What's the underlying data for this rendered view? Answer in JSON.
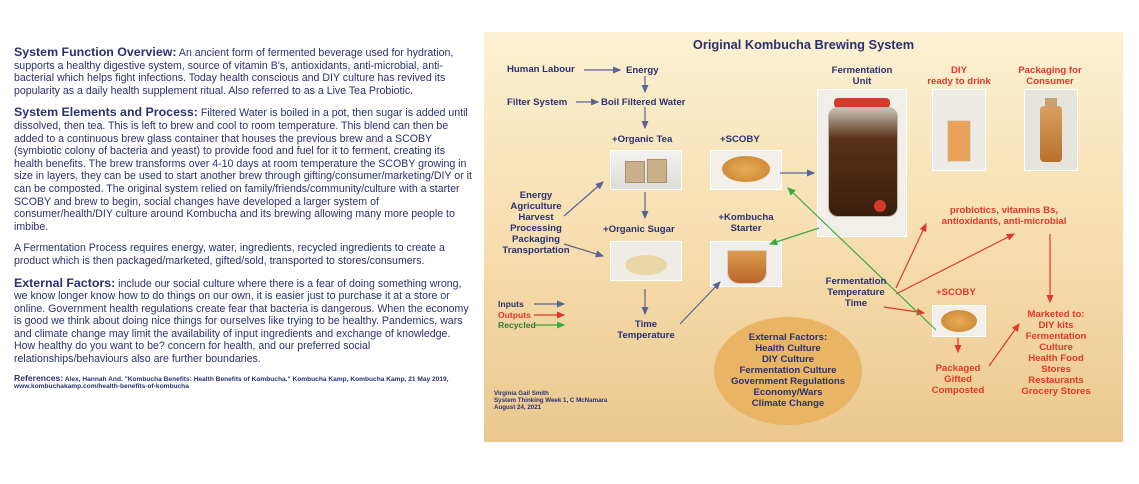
{
  "left": {
    "overview_heading": "System Function Overview:",
    "overview_text": " An ancient form of fermented beverage used for hydration, supports a healthy digestive system, source of vitamin B's, antioxidants, anti-microbial, anti-bacterial which helps fight infections. Today health conscious and DIY culture has revived its popularity as a daily health supplement ritual. Also referred to as a Live Tea Probiotic.",
    "elements_heading": "System Elements and Process:",
    "elements_text": " Filtered Water is boiled in a pot, then sugar is added until dissolved, then tea. This is left to brew and cool to room temperature. This blend can then be added to a continuous brew glass container that houses the previous brew and a SCOBY (symbiotic colony of bacteria and yeast) to provide food and fuel for it to ferment, creating its health benefits. The brew transforms over 4-10 days at room temperature the SCOBY growing in size in layers, they can be used to start another brew through gifting/consumer/marketing/DIY or it can be composted. The original system relied on family/friends/community/culture with a starter SCOBY and brew to begin, social changes have developed a larger system of consumer/health/DIY culture around Kombucha and its brewing allowing many more people to imbibe.",
    "process_text": "A Fermentation Process requires energy, water, ingredients, recycled ingredients to create a product which is then packaged/marketed, gifted/sold, transported to stores/consumers.",
    "external_heading": "External Factors:",
    "external_text": " include our social culture where there is a fear of doing something wrong, we know longer know how to do things on our own, it is easier just to purchase it at a store or online. Government health regulations create fear that bacteria is dangerous. When the economy is good we think about doing nice things for ourselves like trying to be healthy. Pandemics, wars and climate change may limit the availability of input ingredients and exchange of knowledge. How healthy do you want to be? concern for health, and our preferred social relationships/behaviours also are further boundaries.",
    "references_heading": "References:",
    "references_text": " Alex, Hannah And. \"Kombucha Benefits: Health Benefits of Kombucha.\" Kombucha Kamp, Kombucha Kamp, 21 May 2019, www.kombuchakamp.com/health-benefits-of-kombucha"
  },
  "diagram": {
    "title": "Original Kombucha Brewing System",
    "human_labour": "Human Labour",
    "energy": "Energy",
    "filter_system": "Filter System",
    "boil_water": "Boil Filtered Water",
    "organic_tea": "+Organic Tea",
    "scoby_top": "+SCOBY",
    "fermentation_unit": [
      "Fermentation",
      "Unit"
    ],
    "diy_ready": [
      "DIY",
      "ready to drink"
    ],
    "packaging_consumer": [
      "Packaging for",
      "Consumer"
    ],
    "inputs_list": [
      "Energy",
      "Agriculture",
      "Harvest",
      "Processing",
      "Packaging",
      "Transportation"
    ],
    "organic_sugar": "+Organic Sugar",
    "kombucha_starter": [
      "+Kombucha",
      "Starter"
    ],
    "benefits": [
      "probiotics, vitamins Bs,",
      "antioxidants, anti-microbial"
    ],
    "ferm_temp_time": [
      "Fermentation",
      "Temperature",
      "Time"
    ],
    "scoby_red": "+SCOBY",
    "legend": {
      "inputs": "Inputs",
      "outputs": "Outputs",
      "recycled": "Recycled"
    },
    "time_temp": [
      "Time",
      "Temperature"
    ],
    "external_factors": [
      "External Factors:",
      "Health Culture",
      "DIY Culture",
      "Fermentation Culture",
      "Government Regulations",
      "Economy/Wars",
      "Climate Change"
    ],
    "marketed": [
      "Marketed to:",
      "DIY kits",
      "Fermentation",
      "Culture",
      "Health Food",
      "Stores",
      "Restaurants",
      "Grocery Stores"
    ],
    "packaged": [
      "Packaged",
      "Gifted",
      "Composted"
    ],
    "credit": [
      "Virginia Gail Smith",
      "System Thinking Week 1, C McNamara",
      "August 24, 2021"
    ]
  },
  "colors": {
    "navy": "#2a3170",
    "red": "#e0382a",
    "green": "#3aa83a",
    "input_arrow": "#5a6494"
  }
}
